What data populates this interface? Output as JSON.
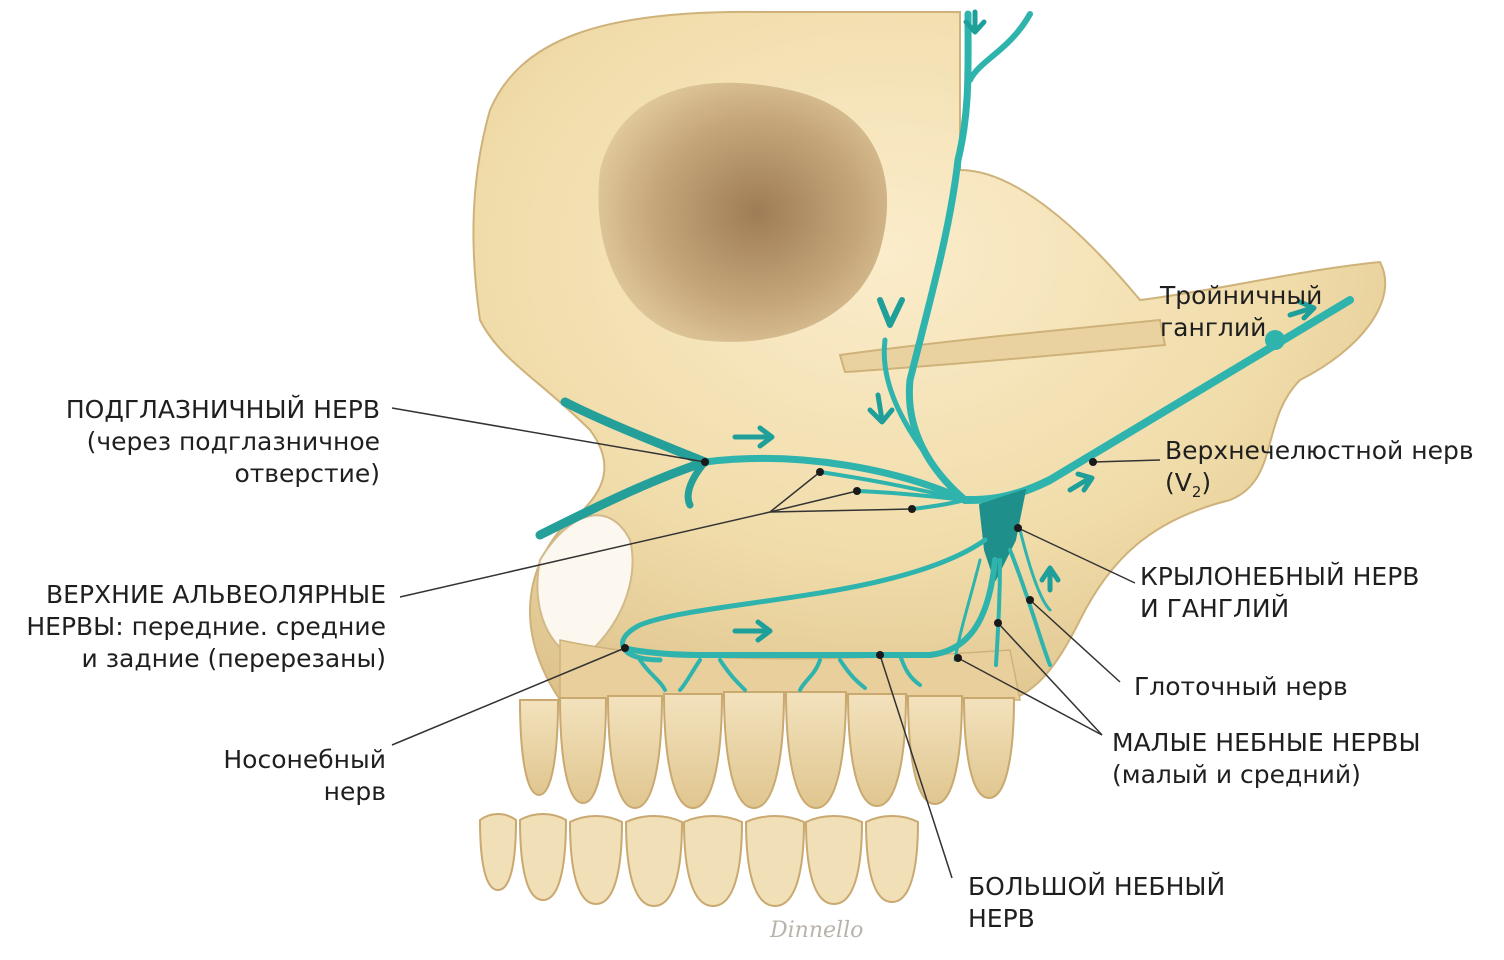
{
  "colors": {
    "nerve": "#2fb3ad",
    "nerve_dark": "#1f9f9a",
    "bone": "#f0dca9",
    "bone_shadow": "#d9bd84",
    "orbit": "#c5a67a",
    "leader": "#333333",
    "text": "#1f1f1f"
  },
  "labels": {
    "infraorbital": {
      "line1": "ПОДГЛАЗНИЧНЫЙ НЕРВ",
      "line2": "(через подглазничное",
      "line3": "отверстие)"
    },
    "alveolar": {
      "line1": "ВЕРХНИЕ АЛЬВЕОЛЯРНЫЕ",
      "line2": "НЕРВЫ: передние. средние",
      "line3": "и задние (перерезаны)"
    },
    "nasopalatine": {
      "line1": "Носонебный",
      "line2": "нерв"
    },
    "trigeminal": {
      "line1": "Тройничный",
      "line2": "ганглий"
    },
    "maxillary": {
      "line1": "Верхнечелюстной нерв",
      "line2_main": "(V",
      "line2_sub": "2",
      "line2_end": ")"
    },
    "pterygopalatine": {
      "line1": "КРЫЛОНЕБНЫЙ НЕРВ",
      "line2": "И ГАНГЛИЙ"
    },
    "pharyngeal": {
      "line1": "Глоточный нерв"
    },
    "lesser_palatine": {
      "line1": "МАЛЫЕ НЕБНЫЕ НЕРВЫ",
      "line2": "(малый и средний)"
    },
    "greater_palatine": {
      "line1": "БОЛЬШОЙ НЕБНЫЙ",
      "line2": "НЕРВ"
    }
  },
  "signature": "Dinnello"
}
